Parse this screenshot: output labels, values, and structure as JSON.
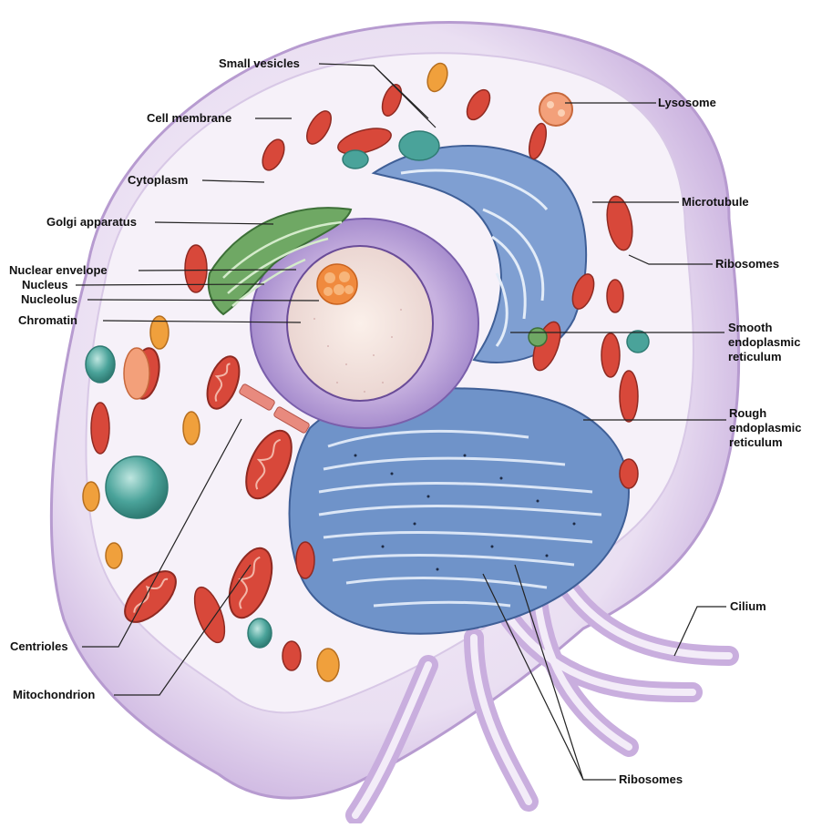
{
  "labels": {
    "small_vesicles": "Small vesicles",
    "cell_membrane": "Cell membrane",
    "cytoplasm": "Cytoplasm",
    "golgi": "Golgi apparatus",
    "nuclear_envelope": "Nuclear envelope",
    "nucleus": "Nucleus",
    "nucleolus": "Nucleolus",
    "chromatin": "Chromatin",
    "centrioles": "Centrioles",
    "mitochondrion": "Mitochondrion",
    "lysosome": "Lysosome",
    "microtubule": "Microtubule",
    "ribosomes_top": "Ribosomes",
    "smooth_er": "Smooth endoplasmic reticulum",
    "rough_er": "Rough endoplasmic reticulum",
    "cilium": "Cilium",
    "ribosomes_bottom": "Ribosomes"
  },
  "colors": {
    "membrane": "#d9c9e6",
    "membrane_edge": "#b79bd0",
    "cytoplasm": "#f4eef8",
    "nucleus_fill": "#f3e3dc",
    "nuclear_envelope": "#8a6fb8",
    "nucleolus": "#f08a3e",
    "er_blue": "#6f93c9",
    "golgi_green": "#6fa864",
    "mito_red": "#d8483a",
    "vesicle_orange": "#f0a03c",
    "teal": "#4aa39a"
  }
}
